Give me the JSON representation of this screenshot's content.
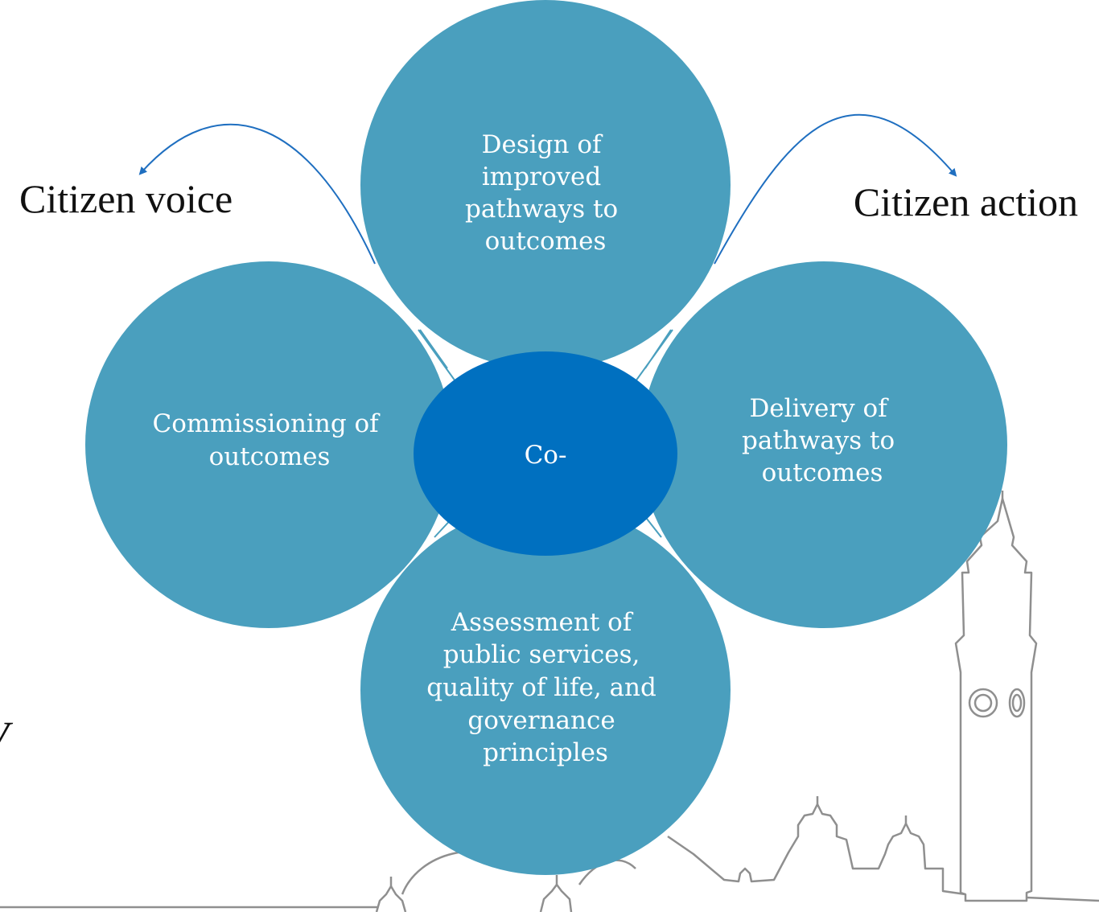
{
  "labels": {
    "citizen_voice": "Citizen voice",
    "citizen_action": "Citizen action",
    "stray_glyph": "V"
  },
  "center": {
    "label": "Co-"
  },
  "petals": {
    "top": {
      "lines": [
        "Design of",
        "improved",
        "pathways to",
        "outcomes"
      ]
    },
    "left": {
      "lines": [
        "Commissioning of",
        "outcomes"
      ]
    },
    "right": {
      "lines": [
        "Delivery of",
        "pathways to",
        "outcomes"
      ]
    },
    "bottom": {
      "lines": [
        "Assessment of",
        "public services,",
        "quality of life, and",
        "governance",
        "principles"
      ]
    }
  },
  "colors": {
    "petal": "#4a9fbe",
    "center": "#0070c0",
    "arrow": "#1f6fc0",
    "skyline": "#8f8f8f",
    "label_text": "#111111",
    "petal_text": "#ffffff"
  }
}
